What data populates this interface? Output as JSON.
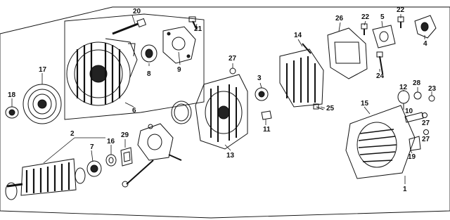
{
  "diagram": {
    "callouts": {
      "n1": "1",
      "n2": "2",
      "n3": "3",
      "n4": "4",
      "n5": "5",
      "n6": "6",
      "n7": "7",
      "n8": "8",
      "n9": "9",
      "n10": "10",
      "n11": "11",
      "n12": "12",
      "n13": "13",
      "n14": "14",
      "n15": "15",
      "n16": "16",
      "n17": "17",
      "n18": "18",
      "n19": "19",
      "n20": "20",
      "n21": "21",
      "n22a": "22",
      "n22b": "22",
      "n23": "23",
      "n24": "24",
      "n25": "25",
      "n26": "26",
      "n27a": "27",
      "n27b": "27",
      "n27c": "27",
      "n28": "28",
      "n29": "29"
    }
  }
}
